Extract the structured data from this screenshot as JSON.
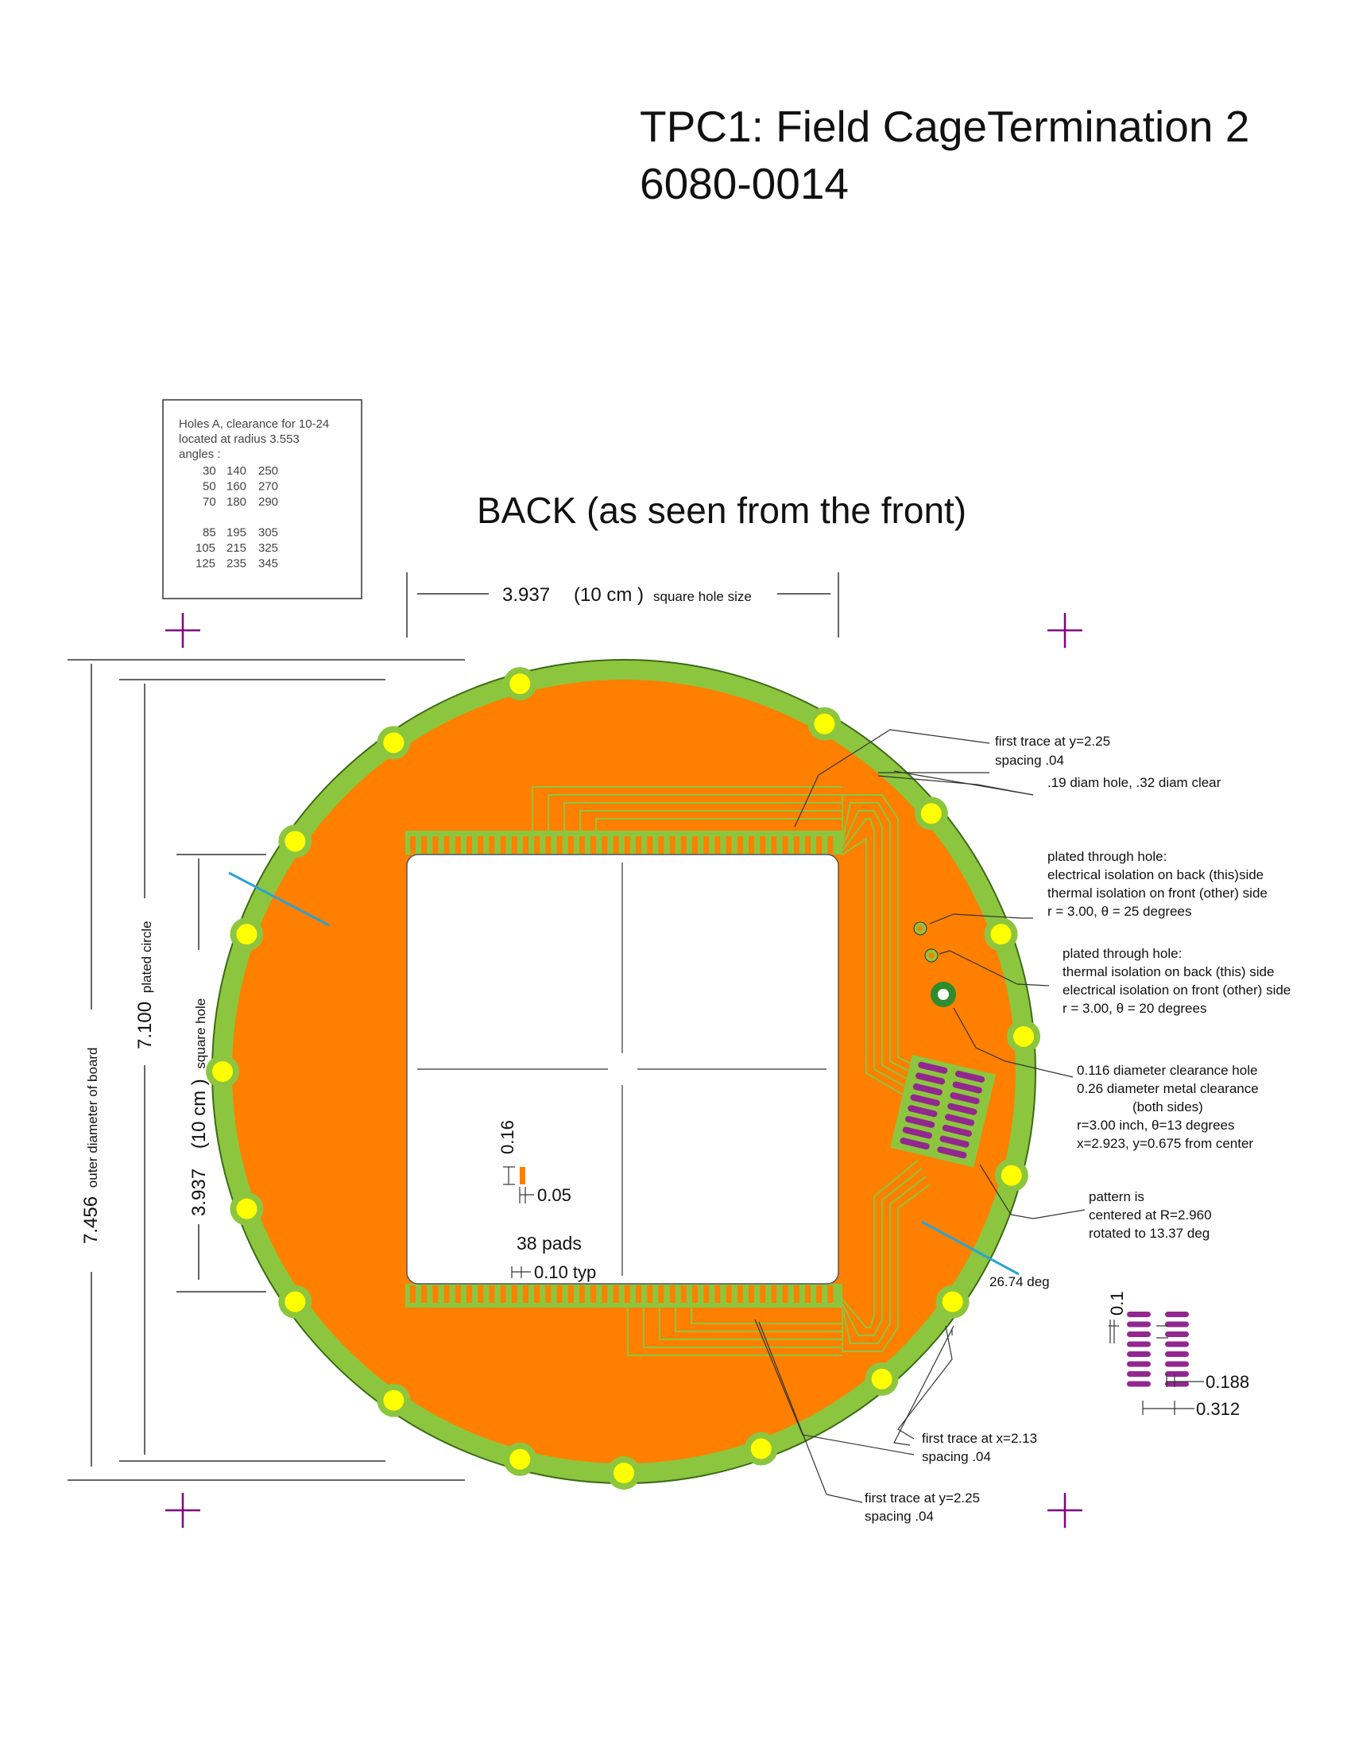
{
  "title": {
    "line1": "TPC1: Field CageTermination 2",
    "line2": "6080-0014"
  },
  "view_title": "BACK (as seen from the front)",
  "holes_table": {
    "header": [
      "Holes A,   clearance for 10-24",
      "located at radius 3.553",
      "angles :"
    ],
    "rows": [
      [
        "30",
        "140",
        "250"
      ],
      [
        "50",
        "160",
        "270"
      ],
      [
        "70",
        "180",
        "290"
      ],
      [
        "85",
        "195",
        "305"
      ],
      [
        "105",
        "215",
        "325"
      ],
      [
        "125",
        "235",
        "345"
      ]
    ]
  },
  "dims": {
    "top_width_value": "3.937",
    "top_width_unit": "(10 cm )",
    "top_width_desc": "square hole size",
    "outer_value": "7.456",
    "outer_desc": "outer diameter of board",
    "plated_value": "7.100",
    "plated_desc": "plated circle",
    "square_value": "3.937",
    "square_unit": "(10 cm )",
    "square_desc": "square hole",
    "pad_height": "0.16",
    "pad_width": "0.05",
    "pad_count": "38 pads",
    "pad_pitch": "0.10 typ",
    "conn_pitch": "0.1",
    "conn_col": "0.188",
    "conn_row": "0.312",
    "angle": "26.74 deg"
  },
  "annotations": {
    "trace_top": [
      "first trace at y=2.25",
      "spacing .04"
    ],
    "diam_hole": ".19 diam hole, .32 diam clear",
    "pth_25": [
      "plated through hole:",
      "electrical isolation on back (this)side",
      "thermal isolation on front (other) side",
      "r = 3.00, θ = 25 degrees"
    ],
    "pth_20": [
      "plated through hole:",
      "thermal isolation on back (this) side",
      "electrical isolation on front (other) side",
      "r = 3.00, θ = 20 degrees"
    ],
    "clearance": [
      "0.116 diameter clearance hole",
      "0.26 diameter metal clearance",
      "(both sides)",
      "r=3.00 inch, θ=13 degrees",
      "x=2.923, y=0.675 from center"
    ],
    "pattern": [
      "pattern is",
      "centered at R=2.960",
      "rotated to 13.37 deg"
    ],
    "trace_x": [
      "first trace at x=2.13",
      "spacing .04"
    ],
    "trace_bottom": [
      "first trace at y=2.25",
      "spacing .04"
    ]
  },
  "colors": {
    "board_ring": "#8cc63f",
    "copper": "#ff7f00",
    "hole_pad": "#ffff00",
    "connector_pad": "#92278f",
    "crosshair": "#800080",
    "angle_line": "#29a3d6"
  }
}
